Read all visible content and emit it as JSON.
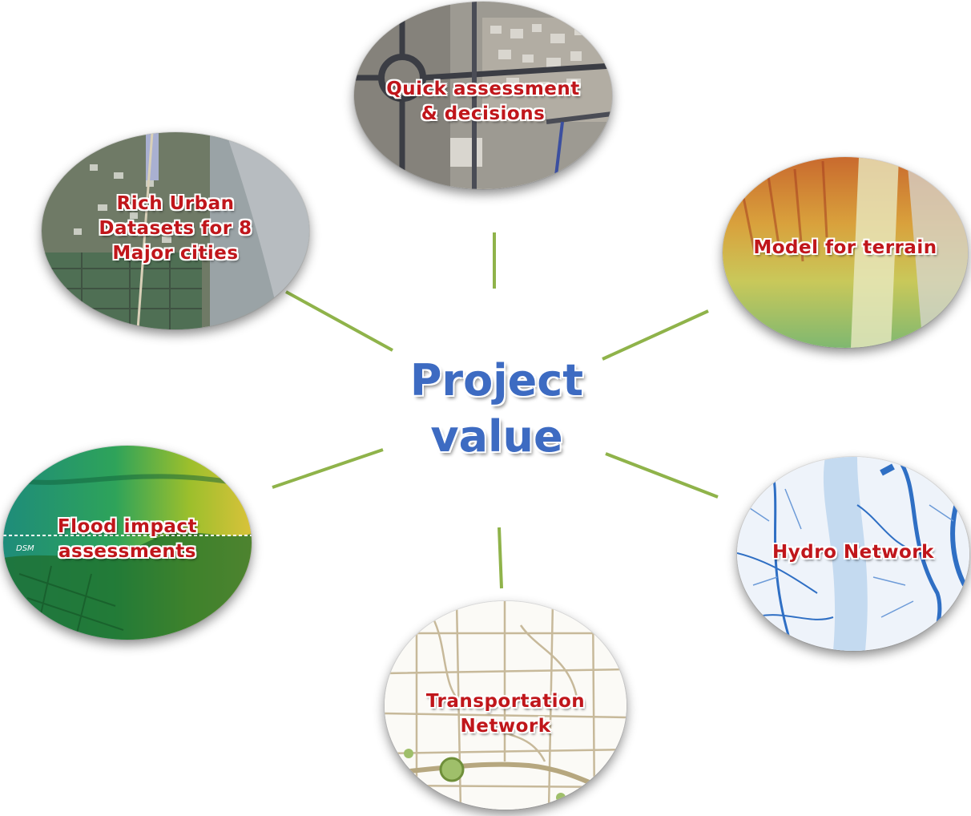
{
  "center": {
    "line1": "Project",
    "line2": "value"
  },
  "nodes": {
    "quick": {
      "line1": "Quick assessment",
      "line2": "& decisions",
      "image": "aerial-urban-roundabout-image"
    },
    "urban": {
      "line1": "Rich Urban",
      "line2": "Datasets for 8",
      "line3": "Major cities",
      "image": "aerial-satellite-city-image"
    },
    "terrain": {
      "line1": "Model for terrain",
      "image": "terrain-elevation-model-image"
    },
    "flood": {
      "line1": "Flood impact",
      "line2": "assessments",
      "tag": "DSM",
      "image": "digital-surface-model-image"
    },
    "hydro": {
      "line1": "Hydro Network",
      "image": "river-network-map-image"
    },
    "transport": {
      "line1": "Transportation",
      "line2": "Network",
      "image": "road-network-map-image"
    }
  },
  "colors": {
    "connector": "#8fb34a",
    "title": "#3d6bc2",
    "label": "#c0161b"
  }
}
